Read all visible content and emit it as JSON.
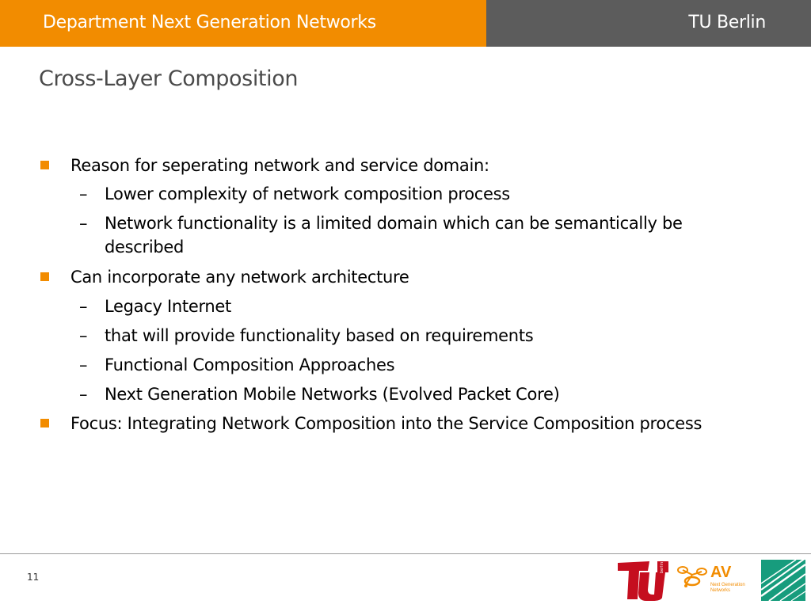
{
  "header": {
    "department": "Department Next Generation Networks",
    "university": "TU Berlin"
  },
  "slide": {
    "title": "Cross-Layer Composition",
    "bullets": [
      {
        "text": "Reason for seperating network and service domain:",
        "sub": [
          "Lower complexity of network composition process",
          "Network functionality is a limited domain which can be semantically be described"
        ]
      },
      {
        "text": "Can incorporate any network architecture",
        "sub": [
          "Legacy Internet",
          "that will provide functionality based on requirements",
          "Functional Composition Approaches",
          "Next Generation Mobile Networks (Evolved Packet Core)"
        ]
      },
      {
        "text": "Focus: Integrating Network Composition into the Service Composition process",
        "sub": []
      }
    ]
  },
  "footer": {
    "page_number": "11",
    "logos": {
      "tu_berlin": "TU Berlin logo",
      "av": "AV",
      "av_sub": "Next Generation Networks"
    }
  },
  "colors": {
    "accent": "#f28c00",
    "header_gray": "#5c5c5c",
    "tu_red": "#c50e1f",
    "fraunhofer_green": "#179c7d"
  },
  "icons": {
    "bullet": "orange-square-icon",
    "sub_bullet": "dash"
  }
}
